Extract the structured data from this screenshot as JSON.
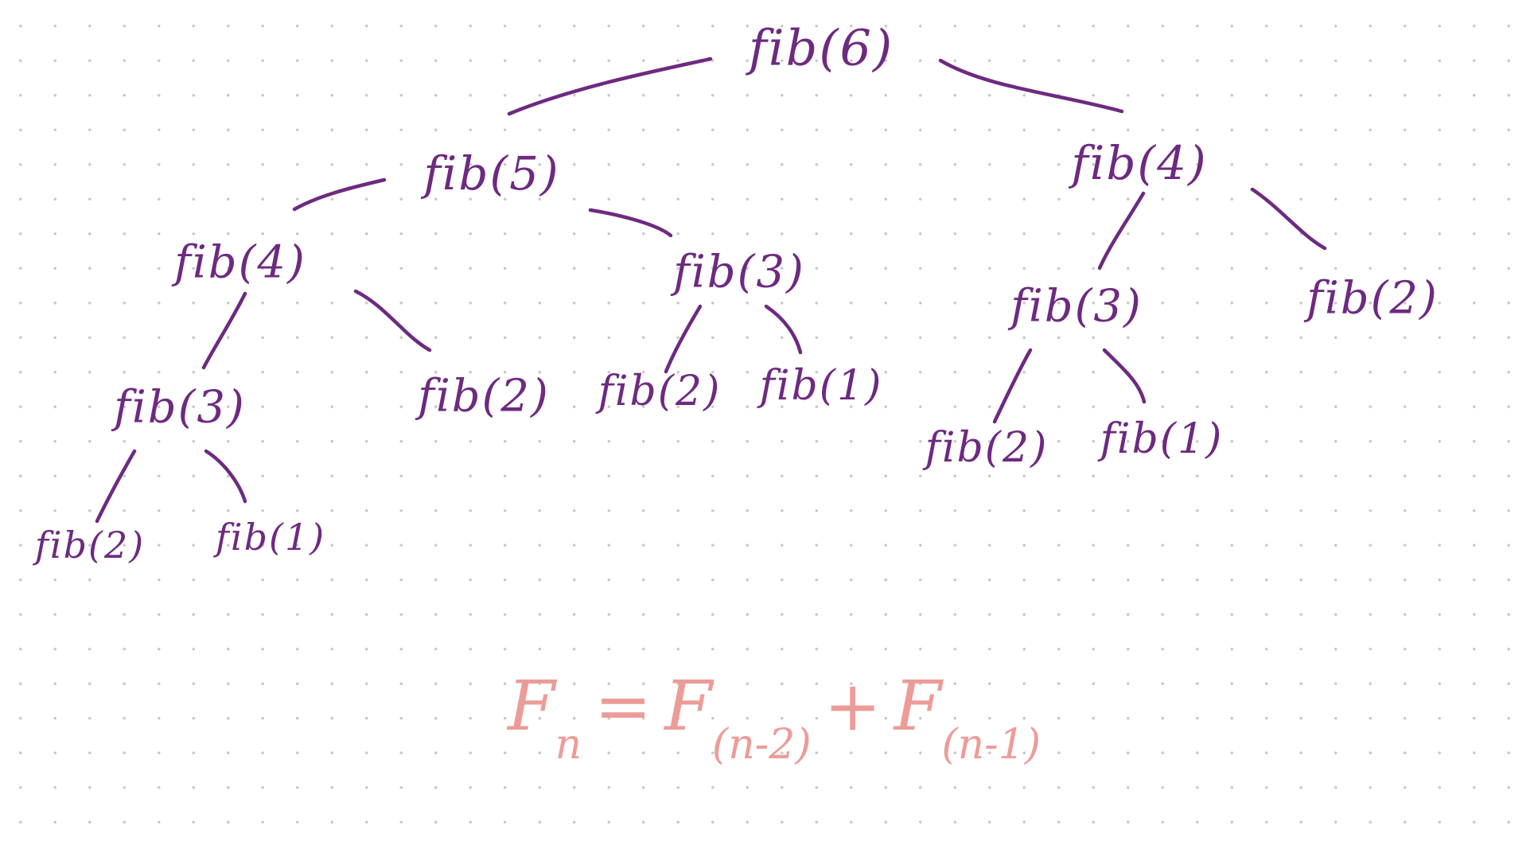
{
  "tree": {
    "nodes": [
      {
        "id": "n0",
        "label": "fib(6)"
      },
      {
        "id": "n1",
        "label": "fib(5)"
      },
      {
        "id": "n2",
        "label": "fib(4)"
      },
      {
        "id": "n3",
        "label": "fib(4)"
      },
      {
        "id": "n4",
        "label": "fib(3)"
      },
      {
        "id": "n5",
        "label": "fib(3)"
      },
      {
        "id": "n6",
        "label": "fib(2)"
      },
      {
        "id": "n7",
        "label": "fib(2)"
      },
      {
        "id": "n8",
        "label": "fib(1)"
      },
      {
        "id": "n9",
        "label": "fib(3)"
      },
      {
        "id": "n10",
        "label": "fib(2)"
      },
      {
        "id": "n11",
        "label": "fib(2)"
      },
      {
        "id": "n12",
        "label": "fib(1)"
      },
      {
        "id": "n13",
        "label": "fib(2)"
      },
      {
        "id": "n14",
        "label": "fib(1)"
      }
    ],
    "edges": [
      [
        "n0",
        "n1"
      ],
      [
        "n0",
        "n2"
      ],
      [
        "n1",
        "n3"
      ],
      [
        "n1",
        "n4"
      ],
      [
        "n2",
        "n5"
      ],
      [
        "n2",
        "n6"
      ],
      [
        "n3",
        "n9"
      ],
      [
        "n3",
        "n10"
      ],
      [
        "n4",
        "n7"
      ],
      [
        "n4",
        "n8"
      ],
      [
        "n5",
        "n13"
      ],
      [
        "n5",
        "n14"
      ],
      [
        "n9",
        "n11"
      ],
      [
        "n9",
        "n12"
      ]
    ]
  },
  "formula": {
    "lhs": "F",
    "lhs_sub": "n",
    "equals": "=",
    "term1": "F",
    "term1_sub": "(n-2)",
    "plus": "+",
    "term2": "F",
    "term2_sub": "(n-1)"
  },
  "colors": {
    "ink": "#6d2a80",
    "formula": "#ec9c98",
    "dots": "#c9c9c9",
    "background": "#ffffff"
  }
}
